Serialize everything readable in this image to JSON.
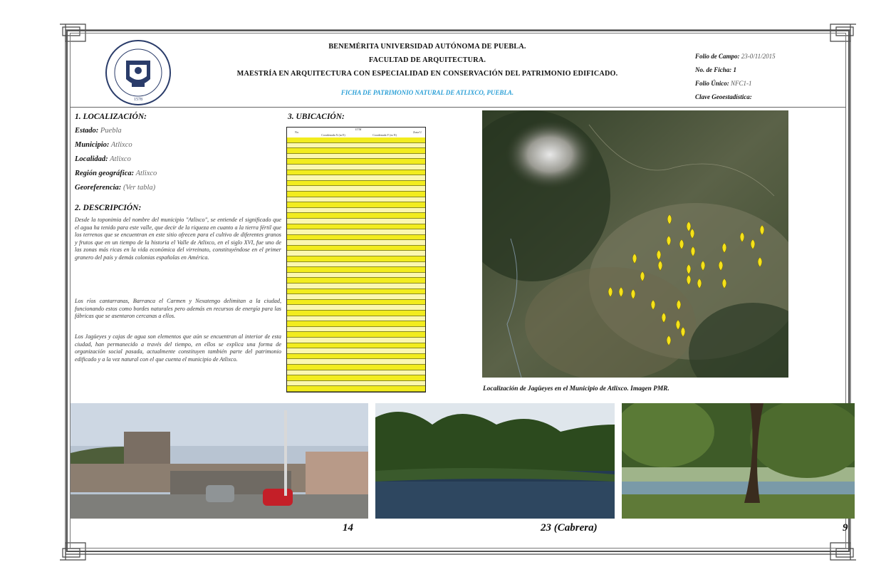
{
  "header": {
    "line1": "BENEMÉRITA UNIVERSIDAD AUTÓNOMA DE PUEBLA.",
    "line2": "FACULTAD DE ARQUITECTURA.",
    "line3": "MAESTRÍA EN ARQUITECTURA CON ESPECIALIDAD EN CONSERVACIÓN DEL PATRIMONIO EDIFICADO.",
    "subtitle": "FICHA DE PATRIMONIO NATURAL DE ATLIXCO, PUEBLA."
  },
  "meta": {
    "folio_campo_label": "Folio de Campo:",
    "folio_campo_value": "23-0/11/2015",
    "ficha_label": "No. de Ficha: 1",
    "folio_unico_label": "Folio Único:",
    "folio_unico_value": "NFC1-1",
    "clave_label": "Clave Geoestadística:"
  },
  "localizacion": {
    "title": "1. LOCALIZACIÓN:",
    "estado_label": "Estado:",
    "estado_value": "Puebla",
    "municipio_label": "Municipio:",
    "municipio_value": "Atlixco",
    "localidad_label": "Localidad:",
    "localidad_value": "Atlixco",
    "region_label": "Región geográfica:",
    "region_value": "Atlixco",
    "geo_label": "Georeferencia:",
    "geo_value": "(Ver tabla)"
  },
  "descripcion": {
    "title": "2. DESCRIPCIÓN:",
    "p1": "Desde la toponimia del nombre del municipio \"Atlixco\", se entiende el significado que el agua ha tenido para este valle, que decir de la riqueza en cuanto a la tierra fértil que los terrenos que se encuentran en este sitio ofrecen para el cultivo de diferentes granos y frutos que en un tiempo de la historia el Valle de Atlixco, en el siglo XVI, fue uno de las zonas más ricas en la vida económica del virreinato, constituyéndose en el primer granero del país y demás colonias españolas en América.",
    "p2": "Los ríos cantarranas, Barranca el Carmen y Nexatengo delimitan a la ciudad, funcionando estos como bordes naturales pero además en recursos de energía para las fábricas que se asentaron cercanas a ellos.",
    "p3": "Los Jagüeyes y cajas de agua son elementos que aún se encuentran al interior de esta ciudad, han permanecido a través del tiempo, en ellos se explica una forma de organización social pasada, actualmente constituyen también parte del patrimonio edificado y a la vez natural con el que cuenta el municipio de Atlixco."
  },
  "ubicacion": {
    "title": "3. UBICACIÓN:",
    "col_no": "No.",
    "col_utm": "UTM",
    "col_x": "Coordenada X (m E)",
    "col_y": "Coordenada Y (m N)",
    "col_zone": "Zona U"
  },
  "map_caption": "Localización de Jagüeyes en el Municipio de Atlixco. Imagen PMR.",
  "photos": [
    {
      "number": "14"
    },
    {
      "number": "23 (Cabrera)"
    },
    {
      "number": "9"
    }
  ],
  "colors": {
    "row_yellow": "#f2ec1e",
    "row_light": "#fbf7b0",
    "subtitle_blue": "#2a9fd6",
    "pin_yellow": "#f5e21a"
  },
  "icons": [
    "university-seal-icon",
    "map-pin-icon"
  ]
}
